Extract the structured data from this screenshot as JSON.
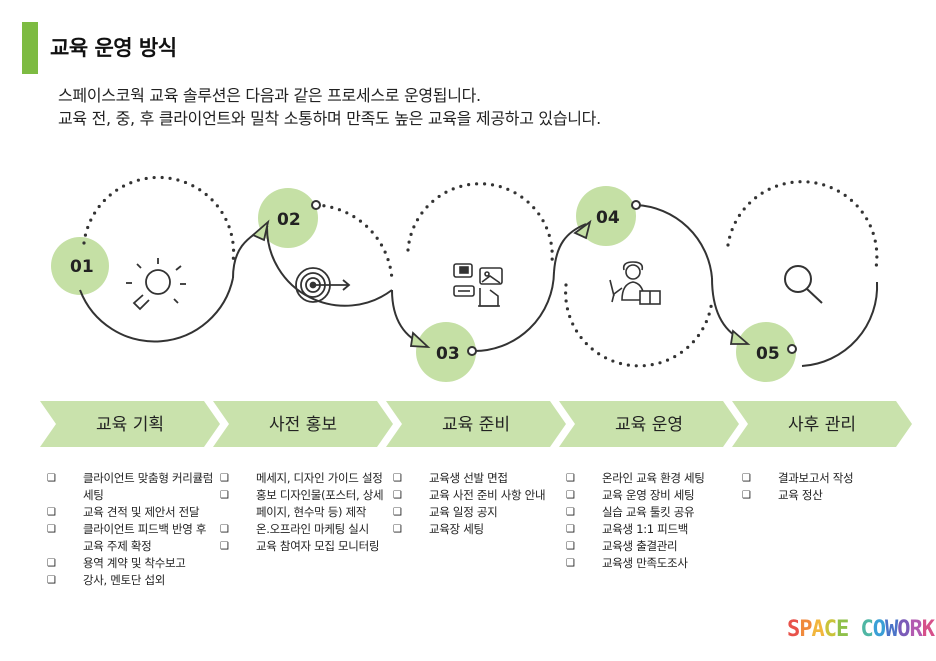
{
  "title": "교육 운영 방식",
  "intro": {
    "line1": "스페이스코웍 교육 솔루션은 다음과 같은 프로세스로 운영됩니다.",
    "line2": "교육 전, 중, 후 클라이언트와 밀착 소통하며 만족도 높은 교육을 제공하고 있습니다."
  },
  "steps": [
    {
      "num": "01",
      "icon": "lightbulb-icon"
    },
    {
      "num": "02",
      "icon": "target-icon"
    },
    {
      "num": "03",
      "icon": "presentation-icon"
    },
    {
      "num": "04",
      "icon": "teacher-icon"
    },
    {
      "num": "05",
      "icon": "search-icon"
    }
  ],
  "stages": [
    {
      "label": "교육 기획",
      "items": [
        "클라이언트 맞춤형 커리큘럼 세팅",
        "교육 견적 및 제안서 전달",
        "클라이언트 피드백 반영 후 교육 주제 확정",
        "용역 계약 및 착수보고",
        "강사, 멘토단 섭외"
      ]
    },
    {
      "label": "사전 홍보",
      "items": [
        "메세지, 디자인 가이드 설정",
        "홍보 디자인물(포스터, 상세페이지, 현수막 등) 제작",
        "온.오프라인 마케팅 실시",
        "교육 참여자 모집 모니터링"
      ]
    },
    {
      "label": "교육 준비",
      "items": [
        "교육생 선발 면접",
        "교육 사전 준비 사항 안내",
        "교육 일정 공지",
        "교육장 세팅"
      ]
    },
    {
      "label": "교육 운영",
      "items": [
        "온라인 교육 환경 세팅",
        "교육 운영 장비 세팅",
        "실습 교육 툴킷 공유",
        "교육생 1:1 피드백",
        "교육생 출결관리",
        "교육생 만족도조사"
      ]
    },
    {
      "label": "사후 관리",
      "items": [
        "결과보고서 작성",
        "교육 정산"
      ]
    }
  ],
  "logo": {
    "text": "SPACE COWORK",
    "letter_colors": [
      "#e8524a",
      "#f08a3c",
      "#f2b63d",
      "#c9c33a",
      "#8fc04a",
      "#ffffff",
      "#4fb6a4",
      "#3a9fd6",
      "#4b74c8",
      "#7b5bb8",
      "#b25ab0",
      "#d6508a"
    ]
  },
  "colors": {
    "accent": "#7dbb42",
    "light_green": "#c5e0a5",
    "arrow_fill": "#c9e2ac",
    "dark": "#333333"
  }
}
